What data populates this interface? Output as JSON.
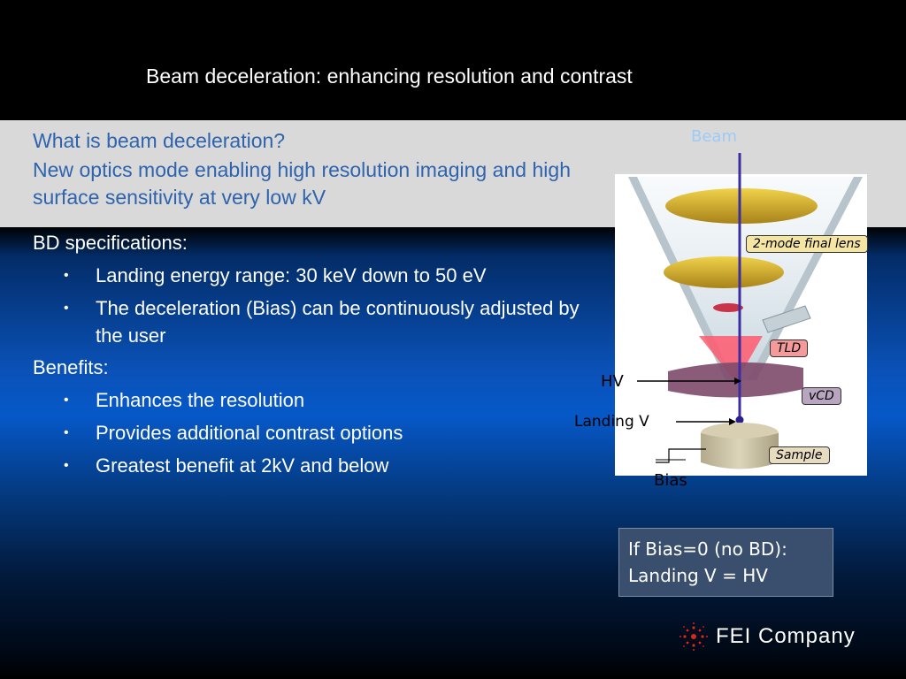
{
  "title": "Beam deceleration: enhancing resolution and contrast",
  "question": {
    "line1": "What is beam deceleration?",
    "line2": "New optics mode enabling high resolution imaging and high surface sensitivity at very low kV"
  },
  "sections": [
    {
      "heading": "BD specifications:",
      "bullets": [
        "Landing energy range: 30 keV down to 50 eV",
        "The deceleration (Bias) can be continuously adjusted by the user"
      ]
    },
    {
      "heading": "Benefits:",
      "bullets": [
        "Enhances the resolution",
        "Provides additional contrast options",
        "Greatest benefit at 2kV and below"
      ]
    }
  ],
  "bullet_symbol": "•",
  "diagram": {
    "beam": "Beam",
    "hv": "HV",
    "landing_v": "Landing V",
    "bias": "Bias",
    "callouts": {
      "lens": "2-mode final lens",
      "tld": "TLD",
      "vcd": "vCD",
      "sample": "Sample"
    },
    "colors": {
      "lens_label_bg": "#f4e5a3",
      "tld_label_bg": "#f59a9a",
      "vcd_label_bg": "#b8a6c0",
      "sample_label_bg": "#e8dcc0",
      "beam_line": "#3b2ea0"
    }
  },
  "note": {
    "line1": "If Bias=0 (no BD):",
    "line2": "Landing V = HV"
  },
  "logo": {
    "text": "FEI Company",
    "icon": "fei-sunburst-icon"
  }
}
